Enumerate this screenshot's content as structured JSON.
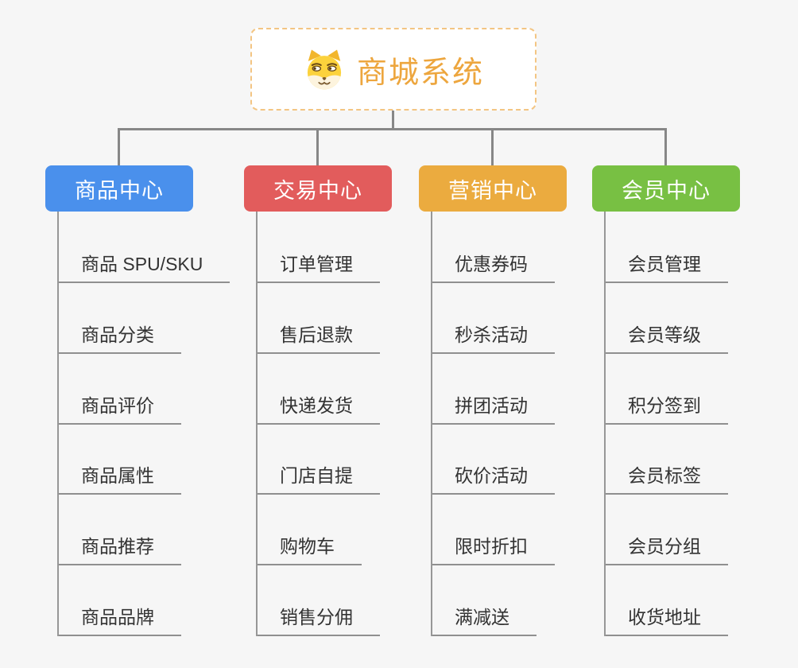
{
  "root": {
    "title": "商城系统",
    "icon": "doge-icon",
    "title_color": "#eda63e",
    "border_color": "#f3c583",
    "background": "#ffffff"
  },
  "colors": {
    "canvas_background": "#f6f6f6",
    "connector": "#878787",
    "leaf_line": "#8f8f8f",
    "leaf_text": "#333333"
  },
  "branches": [
    {
      "label": "商品中心",
      "color": "#4a90ec",
      "items": [
        "商品 SPU/SKU",
        "商品分类",
        "商品评价",
        "商品属性",
        "商品推荐",
        "商品品牌"
      ]
    },
    {
      "label": "交易中心",
      "color": "#e25c5c",
      "items": [
        "订单管理",
        "售后退款",
        "快递发货",
        "门店自提",
        "购物车",
        "销售分佣"
      ]
    },
    {
      "label": "营销中心",
      "color": "#ebab3f",
      "items": [
        "优惠券码",
        "秒杀活动",
        "拼团活动",
        "砍价活动",
        "限时折扣",
        "满减送"
      ]
    },
    {
      "label": "会员中心",
      "color": "#78c043",
      "items": [
        "会员管理",
        "会员等级",
        "积分签到",
        "会员标签",
        "会员分组",
        "收货地址"
      ]
    }
  ]
}
